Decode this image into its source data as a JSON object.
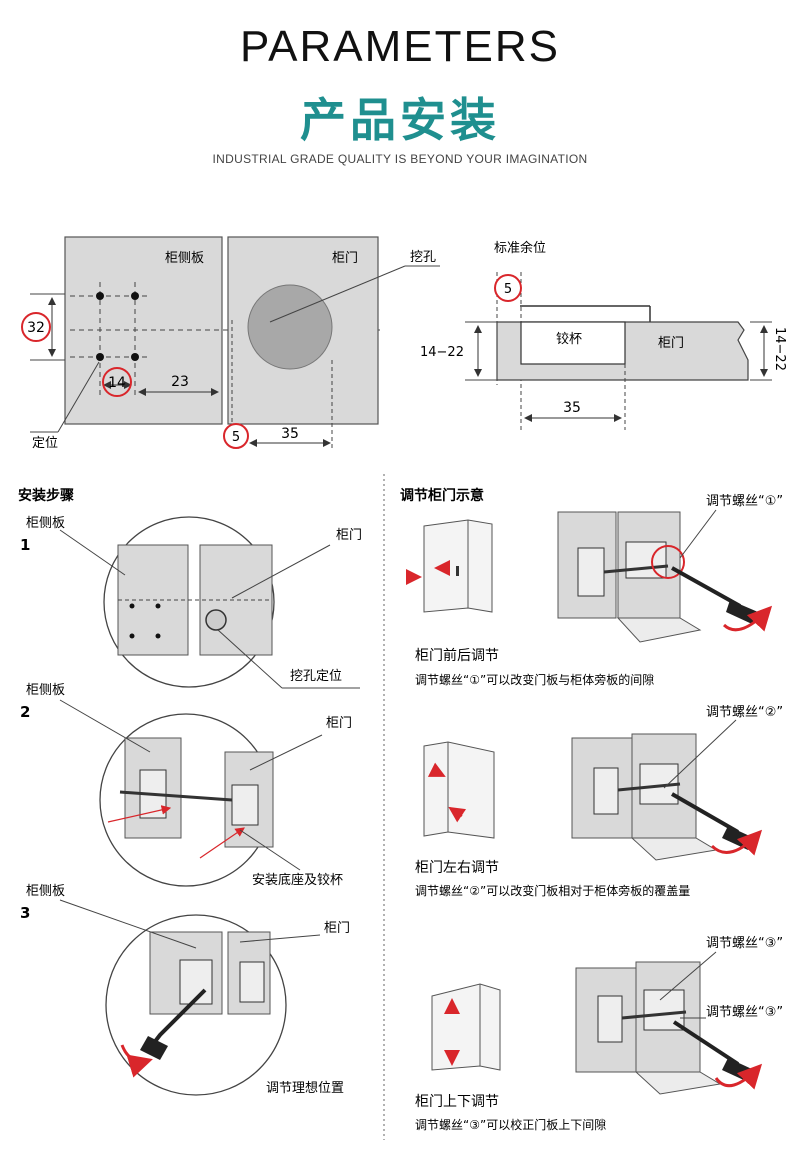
{
  "header": {
    "title_en": "PARAMETERS",
    "title_cn": "产品安装",
    "subtitle": "INDUSTRIAL GRADE QUALITY IS BEYOND YOUR IMAGINATION"
  },
  "dims": {
    "side_panel": "柜侧板",
    "door": "柜门",
    "dig_hole": "挖孔",
    "locate": "定位",
    "std_margin": "标准余位",
    "cup": "铰杯",
    "door2": "柜门",
    "d32": "32",
    "d14": "14",
    "d23": "23",
    "d5a": "5",
    "d35a": "35",
    "d5b": "5",
    "d1422a": "14−22",
    "d1422b": "14−22",
    "d35b": "35"
  },
  "install": {
    "title": "安装步骤",
    "steps": [
      {
        "num": "1",
        "side": "柜侧板",
        "door": "柜门",
        "caption": "挖孔定位"
      },
      {
        "num": "2",
        "side": "柜侧板",
        "door": "柜门",
        "caption": "安装底座及铰杯"
      },
      {
        "num": "3",
        "side": "柜侧板",
        "door": "柜门",
        "caption": "调节理想位置"
      }
    ]
  },
  "adjust": {
    "title": "调节柜门示意",
    "items": [
      {
        "screw": "调节螺丝“①”",
        "name": "柜门前后调节",
        "desc": "调节螺丝“①”可以改变门板与柜体旁板的间隙"
      },
      {
        "screw": "调节螺丝“②”",
        "name": "柜门左右调节",
        "desc": "调节螺丝“②”可以改变门板相对于柜体旁板的覆盖量"
      },
      {
        "screw": "调节螺丝“③”",
        "screw2": "调节螺丝“③”",
        "name": "柜门上下调节",
        "desc": "调节螺丝“③”可以校正门板上下间隙"
      }
    ]
  },
  "colors": {
    "accent": "#1f8f8f",
    "panel": "#d9d9d9",
    "red": "#d9262b"
  }
}
